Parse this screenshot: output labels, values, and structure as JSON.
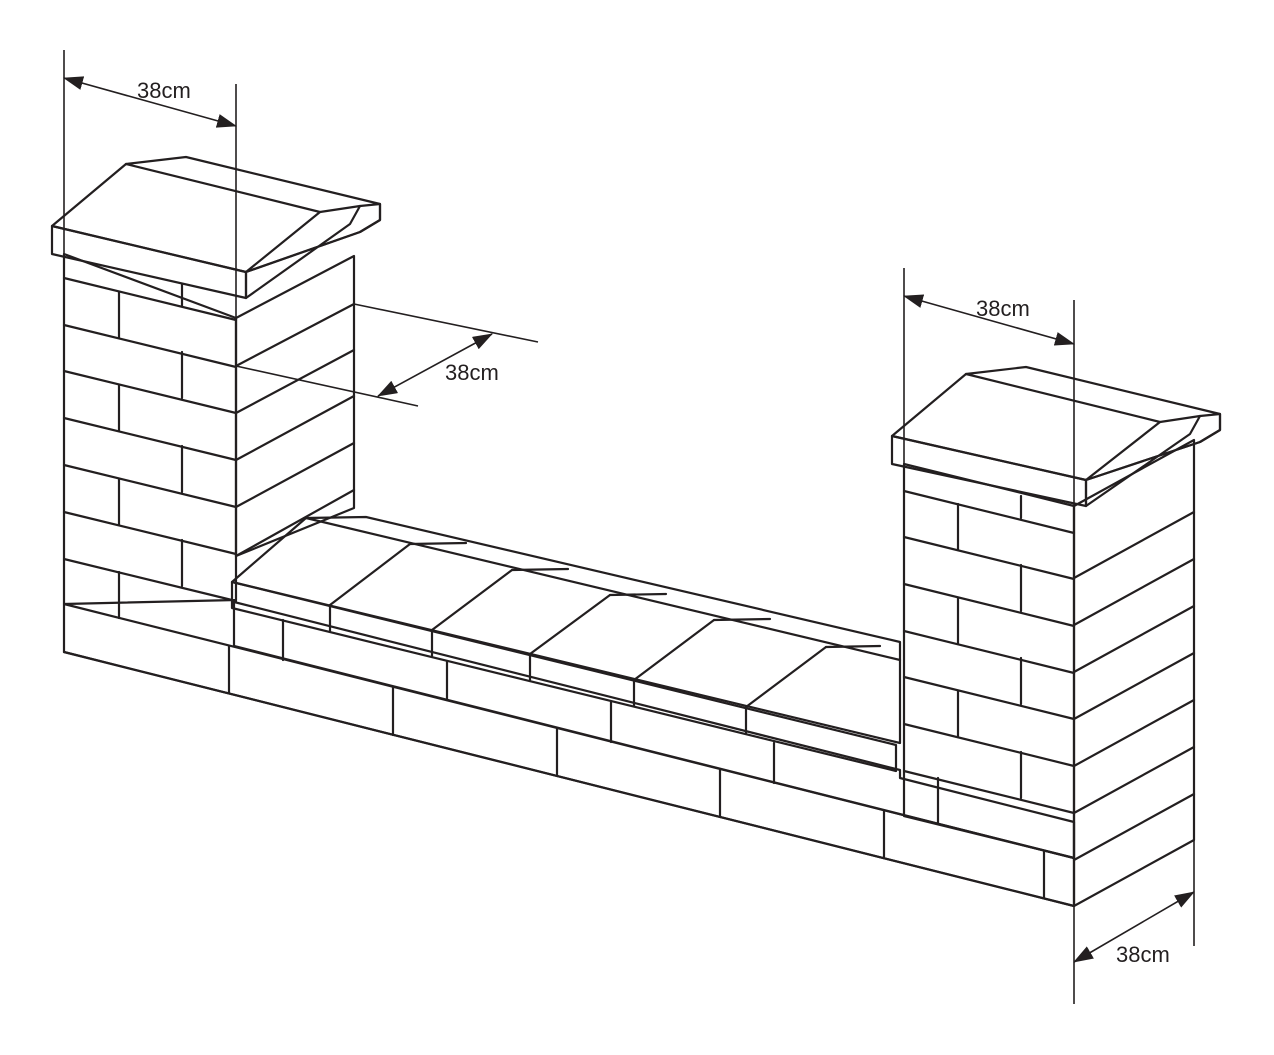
{
  "diagram": {
    "dimensions": [
      {
        "id": "left-pillar-width",
        "label": "38cm"
      },
      {
        "id": "left-pillar-depth",
        "label": "38cm"
      },
      {
        "id": "right-pillar-width",
        "label": "38cm"
      },
      {
        "id": "right-pillar-depth",
        "label": "38cm"
      }
    ]
  },
  "colors": {
    "brick": "#ebeded",
    "cap_top": "#b1b2b3",
    "cap_front": "#9d9e9f",
    "line": "#231f20"
  }
}
